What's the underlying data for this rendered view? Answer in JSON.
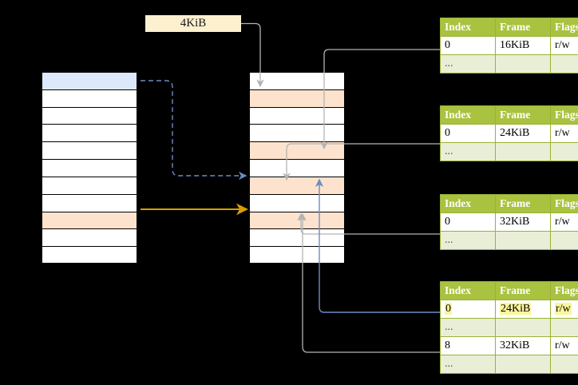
{
  "diagram": {
    "title": "page-table-walk-diagram",
    "page_size_label": "4KiB",
    "colors": {
      "header_green": "#a9c23f",
      "ellipsis_green": "#e9eed6",
      "highlight_yellow": "#fbf59b",
      "label_cream": "#fdf0cf",
      "cell_blue": "#dce9fb",
      "cell_orange": "#fde3cd",
      "arrow_orange": "#d99b00",
      "arrow_blue": "#6a8ec4",
      "arrow_gray": "#b3b3b3"
    },
    "columns": {
      "left": {
        "name": "virtual-memory-column",
        "row_count": 11,
        "rows": [
          {
            "fill": "blue"
          },
          {
            "fill": "white"
          },
          {
            "fill": "white"
          },
          {
            "fill": "white"
          },
          {
            "fill": "white"
          },
          {
            "fill": "white"
          },
          {
            "fill": "white"
          },
          {
            "fill": "white"
          },
          {
            "fill": "orange"
          },
          {
            "fill": "white"
          },
          {
            "fill": "white"
          }
        ]
      },
      "middle": {
        "name": "physical-memory-column",
        "row_count": 11,
        "rows": [
          {
            "fill": "white"
          },
          {
            "fill": "orange"
          },
          {
            "fill": "white"
          },
          {
            "fill": "white"
          },
          {
            "fill": "orange"
          },
          {
            "fill": "white"
          },
          {
            "fill": "orange"
          },
          {
            "fill": "white"
          },
          {
            "fill": "orange"
          },
          {
            "fill": "white"
          },
          {
            "fill": "white"
          }
        ]
      }
    },
    "tables": [
      {
        "name": "page-table-level-1",
        "headers": [
          "Index",
          "Frame",
          "Flags"
        ],
        "rows": [
          {
            "cells": [
              "0",
              "16KiB",
              "r/w"
            ],
            "style": "normal",
            "highlight": []
          },
          {
            "cells": [
              "...",
              "",
              ""
            ],
            "style": "ellipsis",
            "highlight": []
          }
        ]
      },
      {
        "name": "page-table-level-2",
        "headers": [
          "Index",
          "Frame",
          "Flags"
        ],
        "rows": [
          {
            "cells": [
              "0",
              "24KiB",
              "r/w"
            ],
            "style": "normal",
            "highlight": []
          },
          {
            "cells": [
              "...",
              "",
              ""
            ],
            "style": "ellipsis",
            "highlight": []
          }
        ]
      },
      {
        "name": "page-table-level-3",
        "headers": [
          "Index",
          "Frame",
          "Flags"
        ],
        "rows": [
          {
            "cells": [
              "0",
              "32KiB",
              "r/w"
            ],
            "style": "normal",
            "highlight": []
          },
          {
            "cells": [
              "...",
              "",
              ""
            ],
            "style": "ellipsis",
            "highlight": []
          }
        ]
      },
      {
        "name": "page-table-level-4",
        "headers": [
          "Index",
          "Frame",
          "Flags"
        ],
        "rows": [
          {
            "cells": [
              "0",
              "24KiB",
              "r/w"
            ],
            "style": "normal",
            "highlight": [
              "Frame",
              "Flags"
            ]
          },
          {
            "cells": [
              "...",
              "",
              ""
            ],
            "style": "ellipsis",
            "highlight": []
          },
          {
            "cells": [
              "8",
              "32KiB",
              "r/w"
            ],
            "style": "normal",
            "highlight": []
          },
          {
            "cells": [
              "...",
              "",
              ""
            ],
            "style": "ellipsis",
            "highlight": []
          }
        ]
      }
    ]
  }
}
